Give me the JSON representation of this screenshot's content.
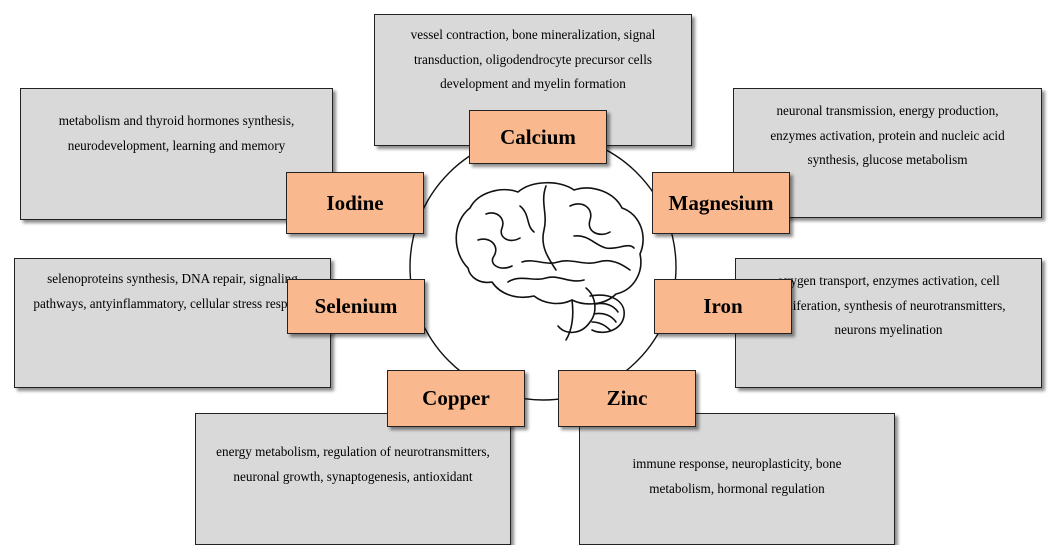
{
  "minerals": [
    {
      "name": "Calcium",
      "description": "vessel contraction, bone mineralization, signal transduction, oligodendrocyte precursor cells development and myelin formation"
    },
    {
      "name": "Iodine",
      "description": "metabolism and thyroid hormones synthesis, neurodevelopment, learning and memory"
    },
    {
      "name": "Magnesium",
      "description": "neuronal transmission, energy production, enzymes activation, protein and nucleic acid synthesis, glucose metabolism"
    },
    {
      "name": "Selenium",
      "description": "selenoproteins synthesis, DNA repair, signaling pathways, antyinflammatory, cellular stress response"
    },
    {
      "name": "Iron",
      "description": "oxygen transport, enzymes activation, cell proliferation, synthesis of neurotransmitters, neurons myelination"
    },
    {
      "name": "Copper",
      "description": "energy metabolism, regulation of neurotransmitters, neuronal growth, synaptogenesis, antioxidant"
    },
    {
      "name": "Zinc",
      "description": "immune response, neuroplasticity, bone metabolism, hormonal regulation"
    }
  ],
  "center_icon": "brain-icon"
}
